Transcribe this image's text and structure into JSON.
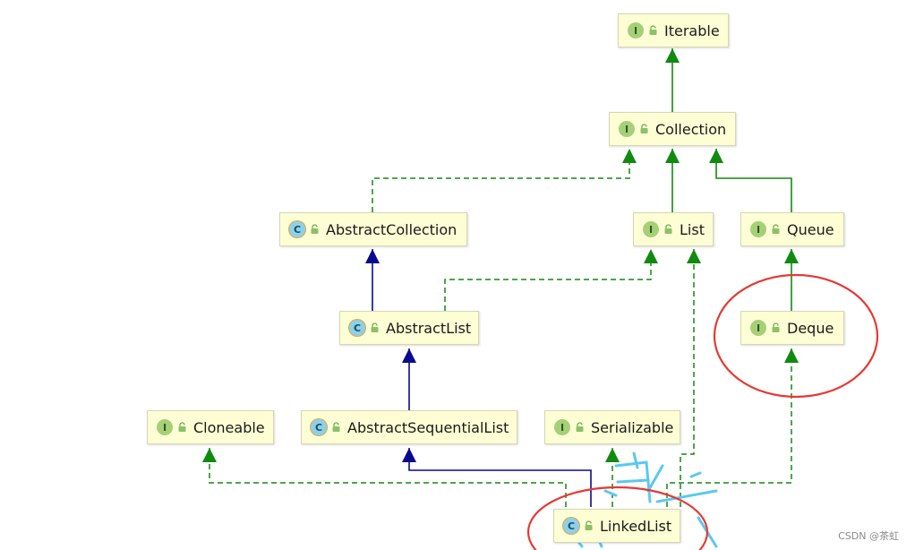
{
  "nodes": {
    "iterable": {
      "kind": "I",
      "name": "Iterable"
    },
    "collection": {
      "kind": "I",
      "name": "Collection"
    },
    "abstract_collection": {
      "kind": "C",
      "name": "AbstractCollection"
    },
    "list": {
      "kind": "I",
      "name": "List"
    },
    "queue": {
      "kind": "I",
      "name": "Queue"
    },
    "abstract_list": {
      "kind": "C",
      "name": "AbstractList"
    },
    "deque": {
      "kind": "I",
      "name": "Deque"
    },
    "cloneable": {
      "kind": "I",
      "name": "Cloneable"
    },
    "abstract_sequential_list": {
      "kind": "C",
      "name": "AbstractSequentialList"
    },
    "serializable": {
      "kind": "I",
      "name": "Serializable"
    },
    "linked_list": {
      "kind": "C",
      "name": "LinkedList"
    }
  },
  "edges": [
    {
      "from": "Collection",
      "to": "Iterable",
      "style": "extends-interface"
    },
    {
      "from": "AbstractCollection",
      "to": "Collection",
      "style": "implements"
    },
    {
      "from": "List",
      "to": "Collection",
      "style": "extends-interface"
    },
    {
      "from": "Queue",
      "to": "Collection",
      "style": "extends-interface"
    },
    {
      "from": "AbstractList",
      "to": "AbstractCollection",
      "style": "extends-class"
    },
    {
      "from": "AbstractList",
      "to": "List",
      "style": "implements"
    },
    {
      "from": "Deque",
      "to": "Queue",
      "style": "extends-interface"
    },
    {
      "from": "AbstractSequentialList",
      "to": "AbstractList",
      "style": "extends-class"
    },
    {
      "from": "LinkedList",
      "to": "AbstractSequentialList",
      "style": "extends-class"
    },
    {
      "from": "LinkedList",
      "to": "Cloneable",
      "style": "implements"
    },
    {
      "from": "LinkedList",
      "to": "Serializable",
      "style": "implements"
    },
    {
      "from": "LinkedList",
      "to": "List",
      "style": "implements"
    },
    {
      "from": "LinkedList",
      "to": "Deque",
      "style": "implements"
    }
  ],
  "colors": {
    "interface_edge": "#108a10",
    "class_edge": "#0a0a8c",
    "highlight_circle": "#e53935",
    "node_fill": "#fefed5",
    "watermark_stroke": "#5cc8f0"
  },
  "highlights": [
    "Deque",
    "LinkedList"
  ],
  "watermark": "CSDN @茶虹"
}
